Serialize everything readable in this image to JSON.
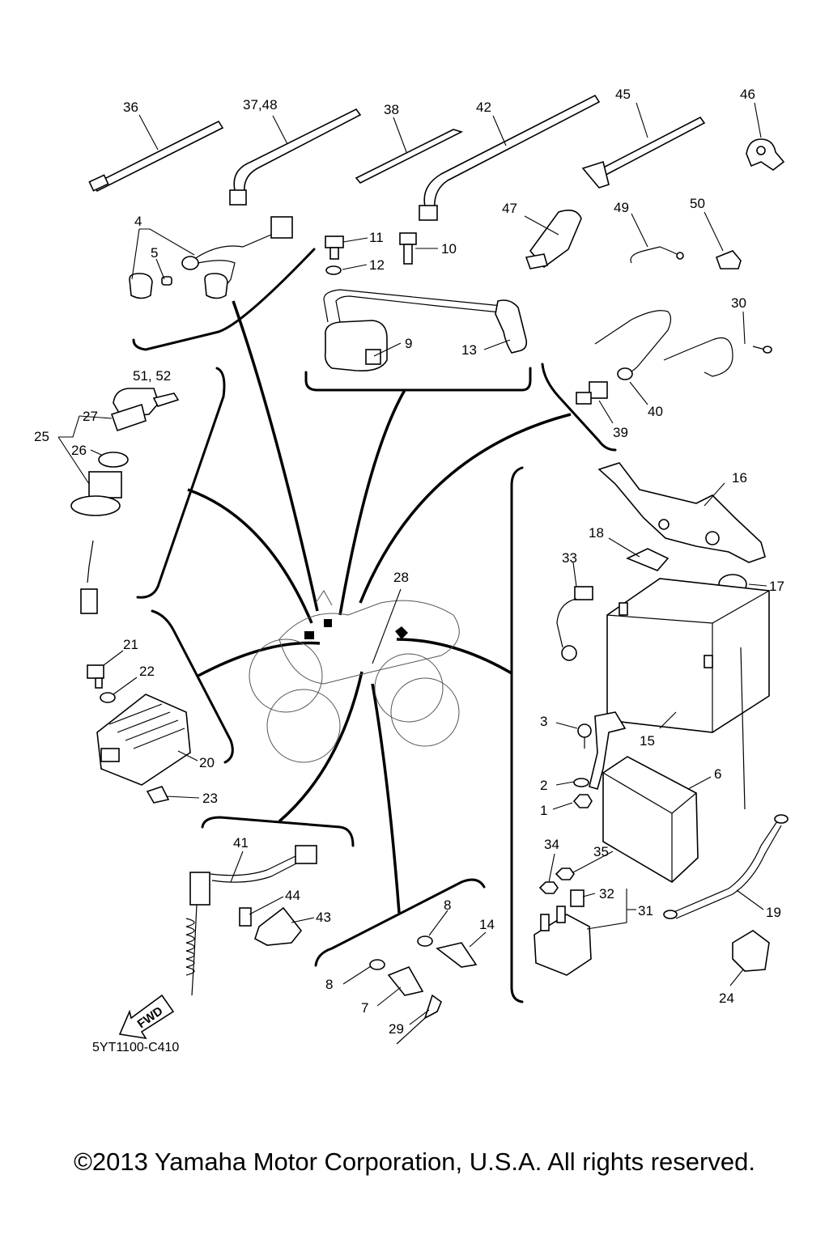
{
  "diagram": {
    "drawing_code": "5YT1100-C410",
    "fwd_label": "FWD",
    "callouts": {
      "c36": "36",
      "c37_48": "37,48",
      "c38": "38",
      "c42": "42",
      "c45": "45",
      "c46": "46",
      "c4": "4",
      "c5": "5",
      "c11": "11",
      "c10": "10",
      "c12": "12",
      "c47": "47",
      "c49": "49",
      "c50": "50",
      "c9": "9",
      "c13": "13",
      "c30": "30",
      "c51_52": "51, 52",
      "c27": "27",
      "c25": "25",
      "c26": "26",
      "c39": "39",
      "c40": "40",
      "c16": "16",
      "c18": "18",
      "c33": "33",
      "c17": "17",
      "c28": "28",
      "c21": "21",
      "c22": "22",
      "c20": "20",
      "c23": "23",
      "c3": "3",
      "c15": "15",
      "c2": "2",
      "c6": "6",
      "c1": "1",
      "c41": "41",
      "c34": "34",
      "c35": "35",
      "c44": "44",
      "c43": "43",
      "c8a": "8",
      "c14": "14",
      "c32": "32",
      "c31": "31",
      "c19": "19",
      "c8b": "8",
      "c7": "7",
      "c29": "29",
      "c24": "24"
    }
  },
  "footer": {
    "copyright": "©2013 Yamaha Motor Corporation, U.S.A. All rights reserved."
  }
}
